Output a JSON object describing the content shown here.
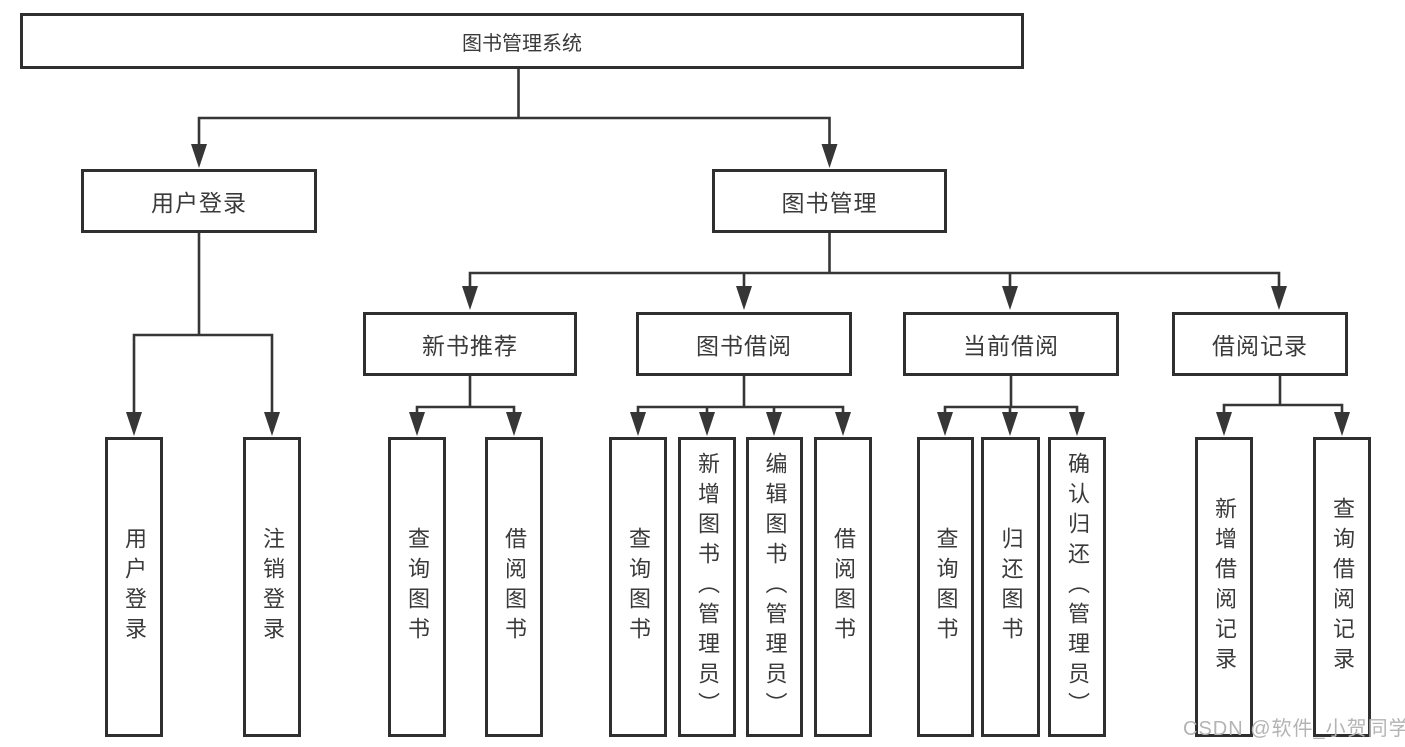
{
  "tree": {
    "root": {
      "label": "图书管理系统"
    },
    "branches": [
      {
        "label": "用户登录",
        "leaves": [
          {
            "label": "用户登录"
          },
          {
            "label": "注销登录"
          }
        ]
      },
      {
        "label": "图书管理",
        "sections": [
          {
            "label": "新书推荐",
            "leaves": [
              {
                "label": "查询图书"
              },
              {
                "label": "借阅图书"
              }
            ]
          },
          {
            "label": "图书借阅",
            "leaves": [
              {
                "label": "查询图书"
              },
              {
                "label": "新增图书（管理员）"
              },
              {
                "label": "编辑图书（管理员）"
              },
              {
                "label": "借阅图书"
              }
            ]
          },
          {
            "label": "当前借阅",
            "leaves": [
              {
                "label": "查询图书"
              },
              {
                "label": "归还图书"
              },
              {
                "label": "确认归还（管理员）"
              }
            ]
          },
          {
            "label": "借阅记录",
            "leaves": [
              {
                "label": "新增借阅记录"
              },
              {
                "label": "查询借阅记录"
              }
            ]
          }
        ]
      }
    ]
  },
  "watermark": {
    "text": "CSDN @软件_小贺同学"
  },
  "colors": {
    "line": "#363636",
    "box_border": "#2f2f2f",
    "text": "#3a3a3a",
    "watermark": "#b4b4b4",
    "background": "#ffffff"
  }
}
